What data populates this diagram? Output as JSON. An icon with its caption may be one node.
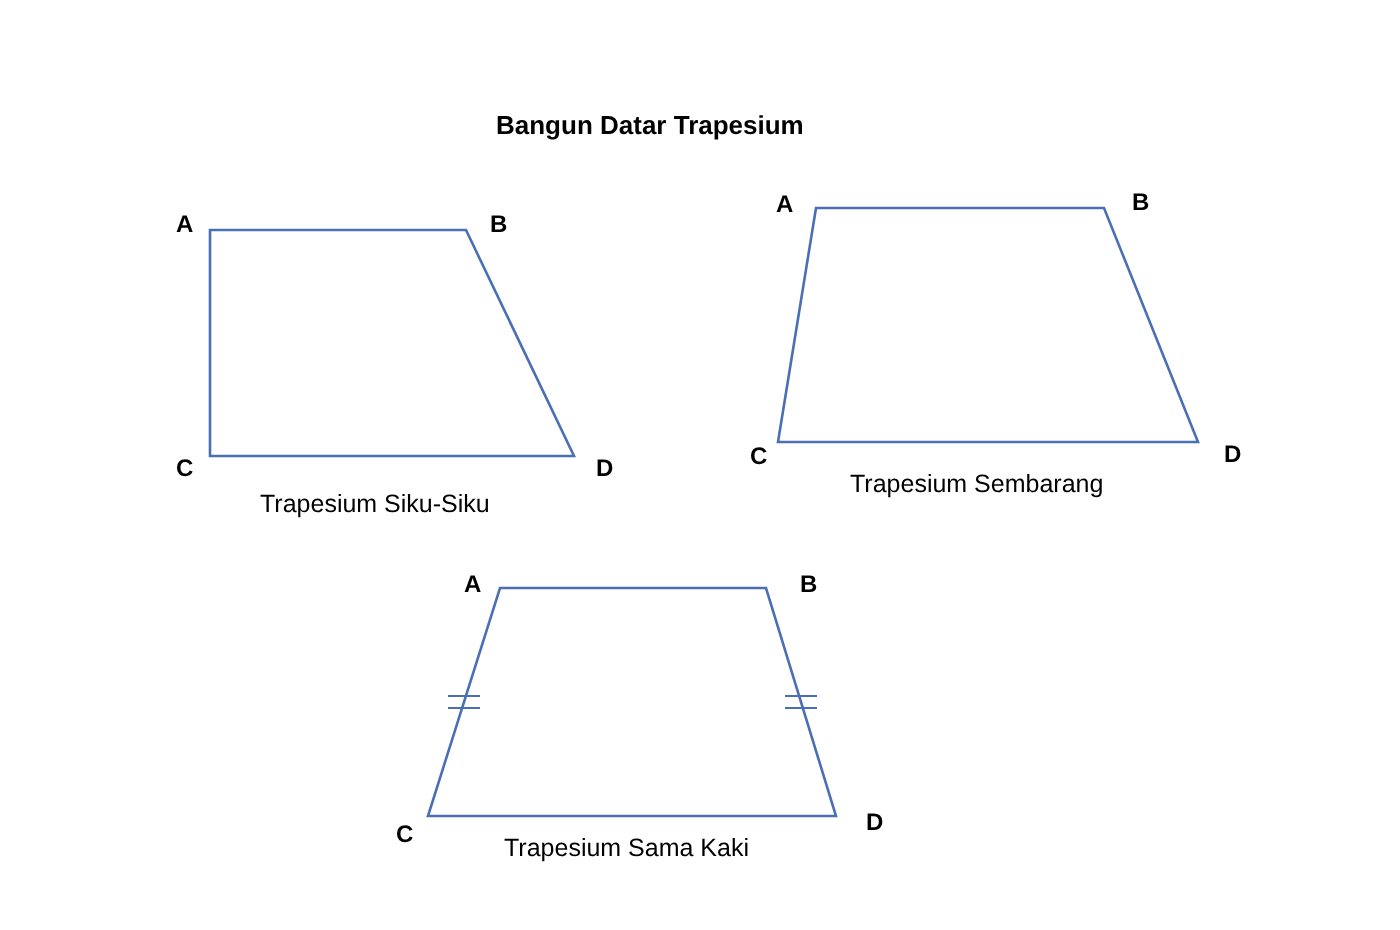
{
  "diagram": {
    "title": "Bangun Datar Trapesium",
    "nodes": [
      {
        "text": [
          "Trapesium Siku-Siku"
        ],
        "beside": [
          "A",
          "B",
          "C",
          "D"
        ]
      },
      {
        "text": [
          "Trapesium Sembarang"
        ],
        "beside": [
          "A",
          "B",
          "C",
          "D"
        ]
      },
      {
        "text": [
          "Trapesium Sama Kaki"
        ],
        "beside": [
          "A",
          "B",
          "C",
          "D"
        ]
      }
    ],
    "edges": []
  }
}
